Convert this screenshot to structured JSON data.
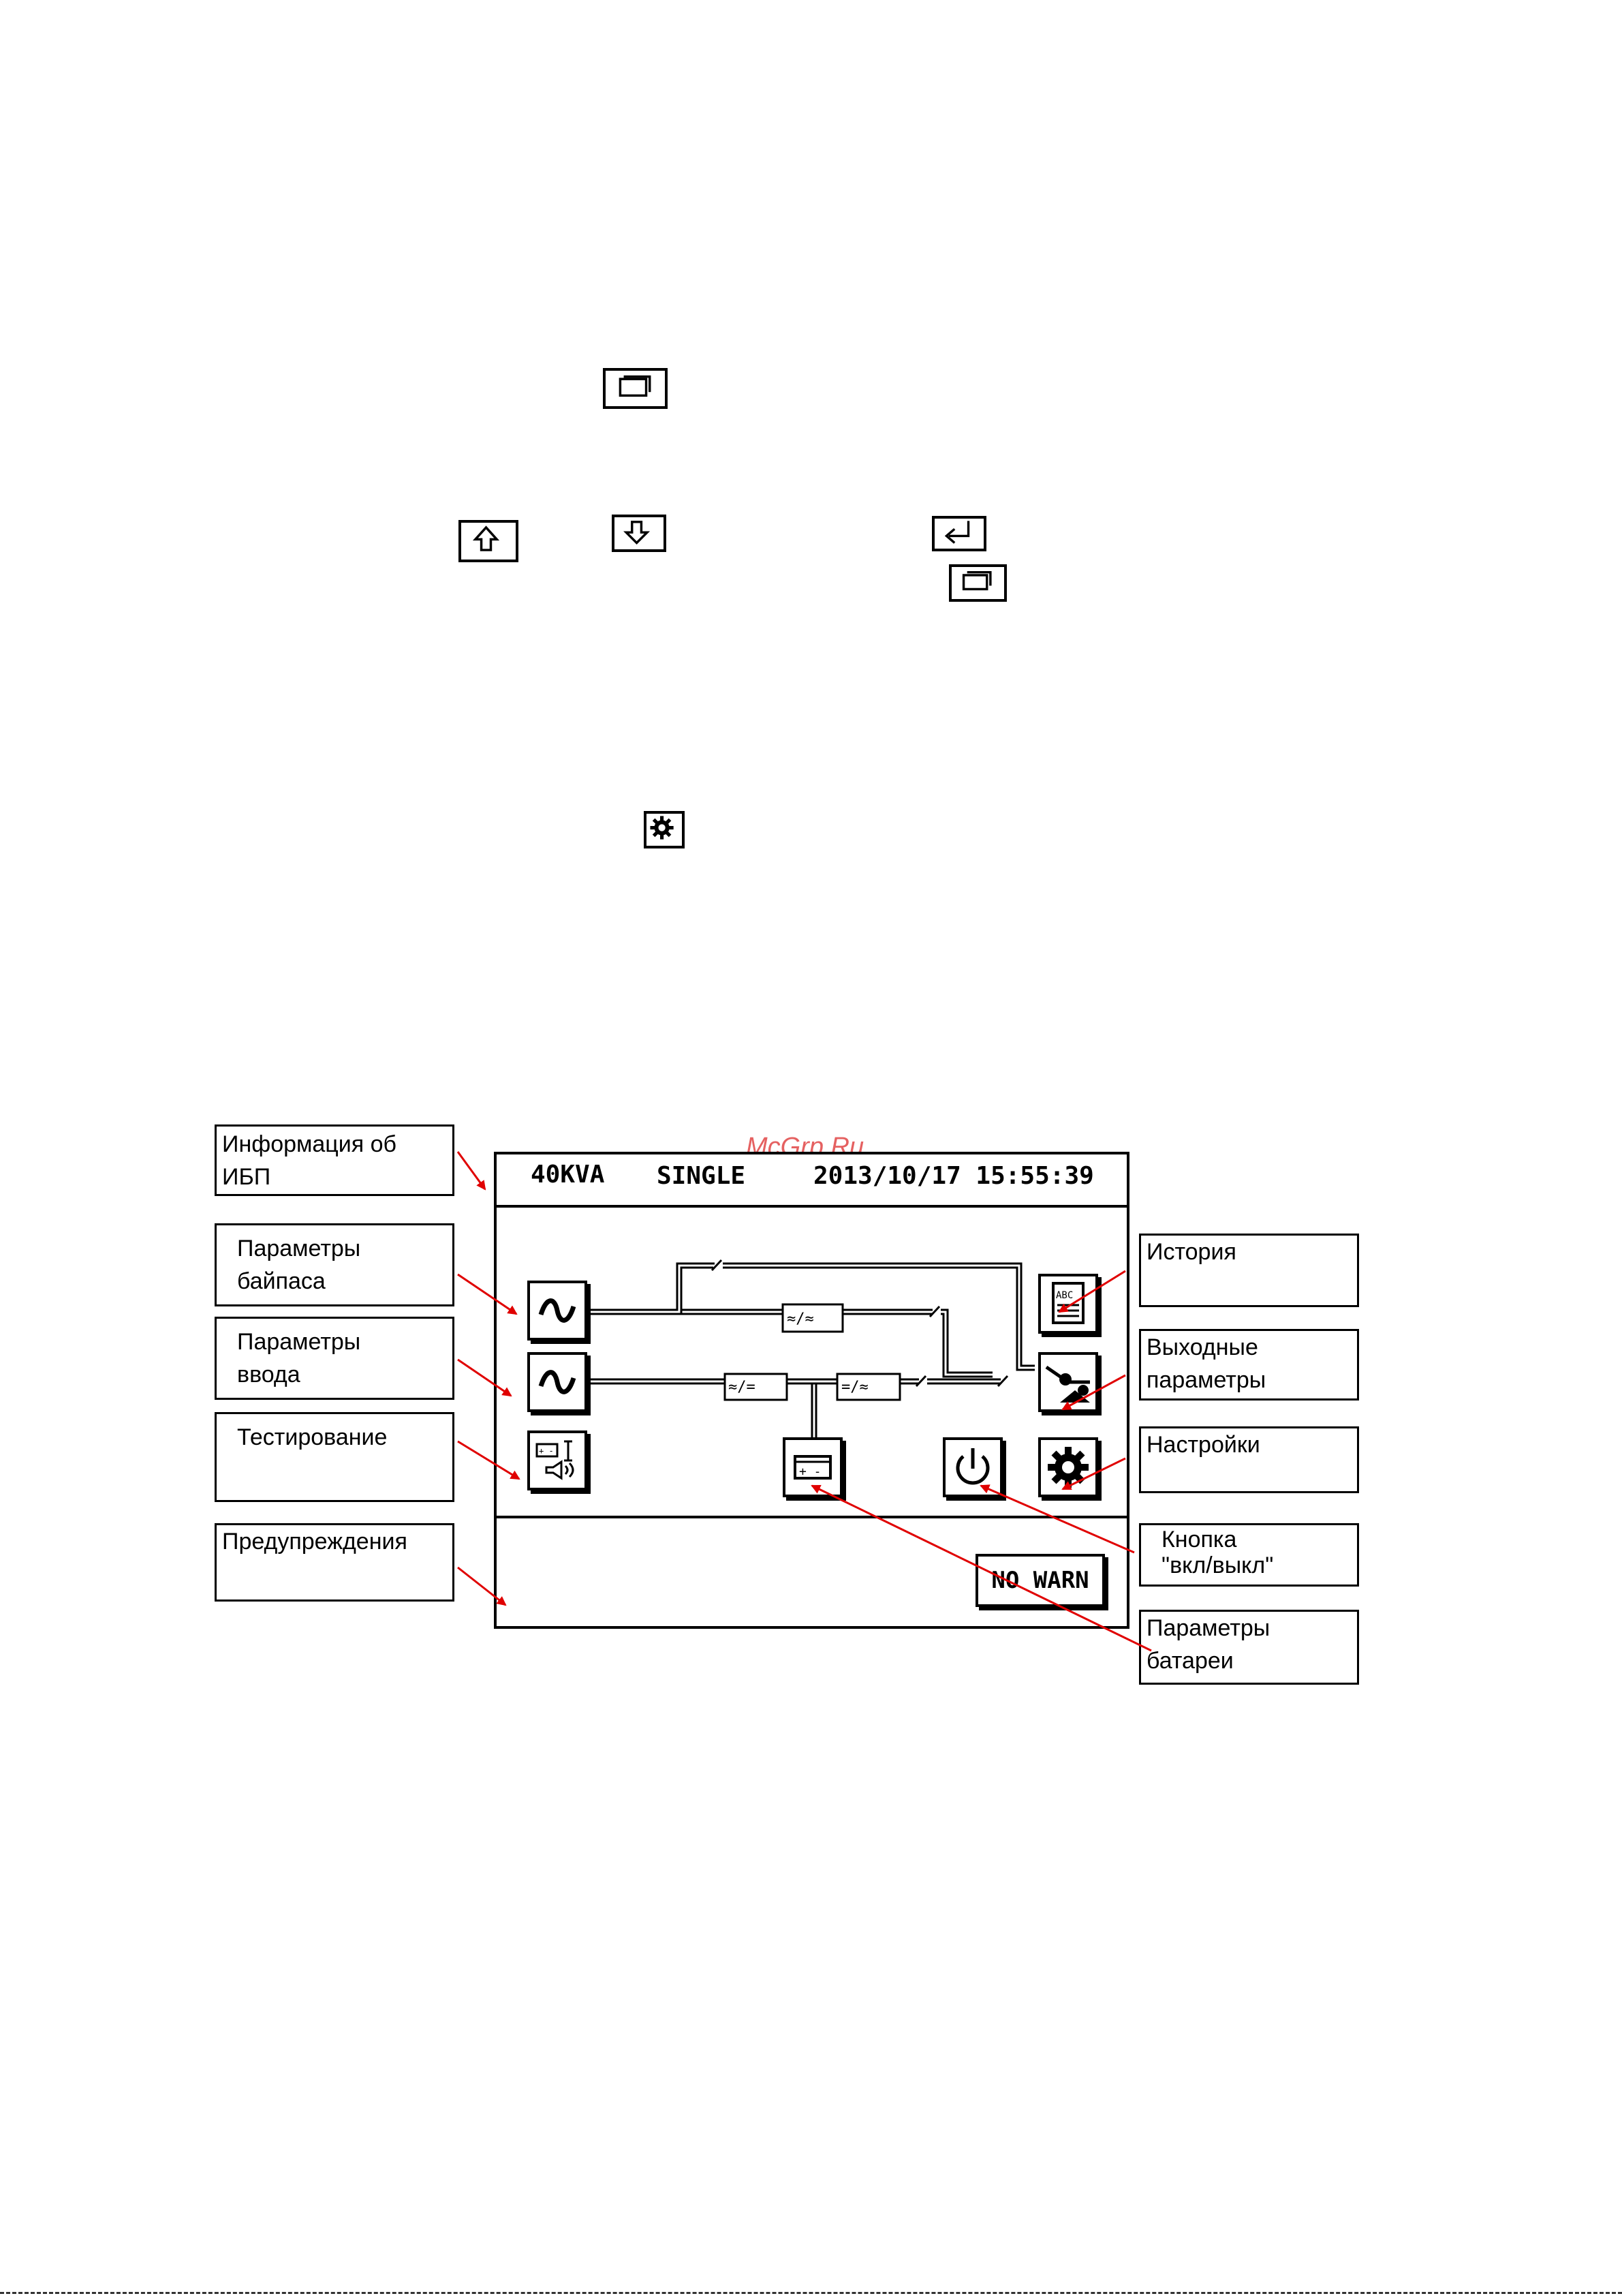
{
  "watermark": "McGrp.Ru",
  "lcd": {
    "header": {
      "model": "40KVA",
      "mode": "SINGLE",
      "datetime": "2013/10/17 15:55:39"
    },
    "warning_button": "NO WARN"
  },
  "callouts": {
    "ups_info": [
      "Информация об",
      "ИБП"
    ],
    "bypass_params": [
      "Параметры",
      "байпаса"
    ],
    "input_params": [
      "Параметры",
      "ввода"
    ],
    "testing": [
      "Тестирование"
    ],
    "warnings": [
      "Предупреждения"
    ],
    "history": [
      "История"
    ],
    "output_params": [
      "Выходные",
      "параметры"
    ],
    "settings": [
      "Настройки"
    ],
    "power_button": [
      "Кнопка",
      "\"вкл/выкл\""
    ],
    "battery_params": [
      "Параметры",
      "батареи"
    ]
  },
  "icons": {
    "top_keys": [
      "menu-icon",
      "up-arrow-icon",
      "down-arrow-icon",
      "enter-icon",
      "menu-icon",
      "gear-icon"
    ],
    "lcd_buttons": [
      "bypass-ac-icon",
      "input-ac-icon",
      "test-icon",
      "battery-icon",
      "power-icon",
      "history-icon",
      "output-icon",
      "settings-gear-icon"
    ]
  },
  "colors": {
    "arrow": "#e00000",
    "watermark": "#e35050"
  }
}
